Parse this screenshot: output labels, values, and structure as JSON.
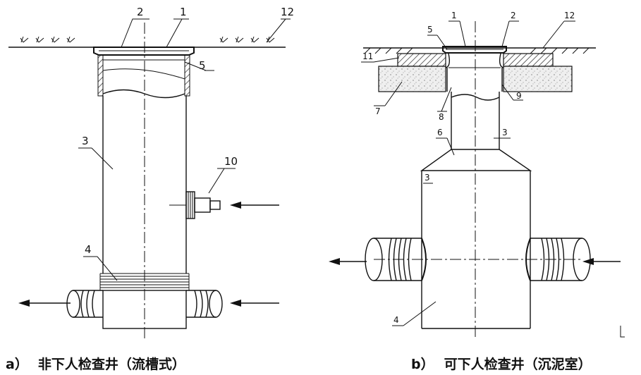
{
  "diagram_a": {
    "caption_label": "a）",
    "caption_text": "非下人检查井（流槽式）",
    "callouts": [
      "2",
      "1",
      "12",
      "5",
      "3",
      "10",
      "4"
    ]
  },
  "diagram_b": {
    "caption_label": "b）",
    "caption_text": "可下人检查井（沉泥室）",
    "callouts": [
      "1",
      "2",
      "12",
      "5",
      "11",
      "7",
      "8",
      "9",
      "3",
      "6",
      "3",
      "4"
    ]
  }
}
